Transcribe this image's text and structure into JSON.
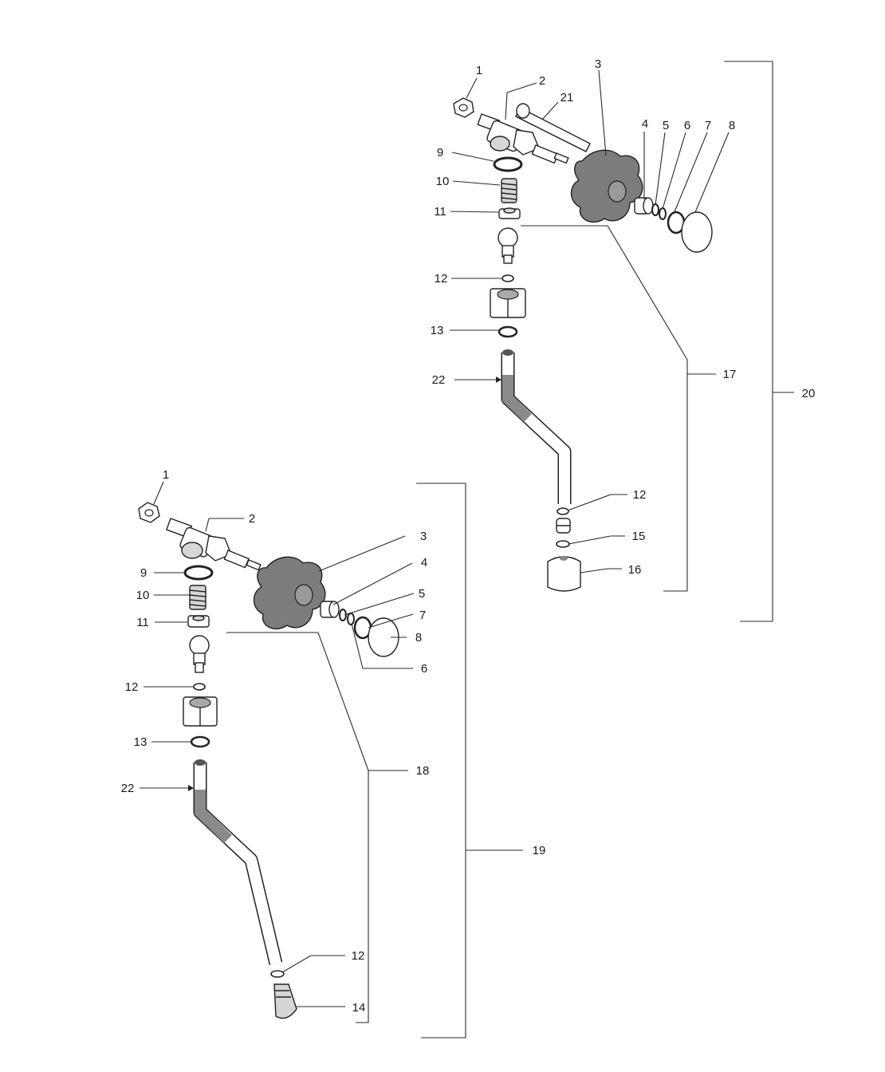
{
  "labels": {
    "a1": "1",
    "a2": "2",
    "a3": "3",
    "a4": "4",
    "a5": "5",
    "a6": "6",
    "a7": "7",
    "a8": "8",
    "a9": "9",
    "a10": "10",
    "a11": "11",
    "a12": "12",
    "a13": "13",
    "a22": "22",
    "a21": "21",
    "a17": "17",
    "a20": "20",
    "a12b": "12",
    "a15": "15",
    "a16": "16",
    "b1": "1",
    "b2": "2",
    "b3": "3",
    "b4": "4",
    "b5": "5",
    "b7": "7",
    "b8": "8",
    "b6": "6",
    "b9": "9",
    "b10": "10",
    "b11": "11",
    "b12": "12",
    "b13": "13",
    "b22": "22",
    "b18": "18",
    "b19": "19",
    "b12b": "12",
    "b14": "14"
  }
}
